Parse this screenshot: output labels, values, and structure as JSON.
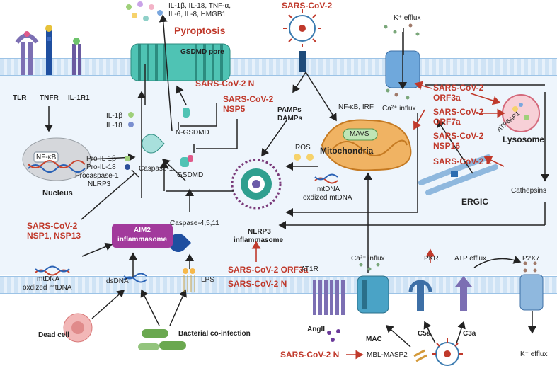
{
  "top": {
    "cytokines": "IL-1β, IL-18, TNF-α,",
    "cytokines2": "IL-6, IL-8, HMGB1",
    "pyroptosis": "Pyroptosis",
    "gsdmd_pore": "GSDMD pore",
    "sars_top": "SARS-CoV-2",
    "k_efflux_top": "K⁺ efflux"
  },
  "receptors": {
    "tlr": "TLR",
    "tnfr": "TNFR",
    "il1r1": "IL-1R1"
  },
  "nucleus": {
    "nfkb": "NF-κB",
    "label": "Nucleus"
  },
  "il_left": {
    "il1b": "IL-1β",
    "il18": "IL-18"
  },
  "precursors": {
    "pro_il1b": "Pro-IL-1β",
    "pro_il18": "Pro-IL-18",
    "procasp1": "Procaspase-1",
    "nlrp3": "NLRP3"
  },
  "casp1": "Caspase-1",
  "gsdmd": "GSDMD",
  "n_gsdmd": "N-GSDMD",
  "sars_n_top": "SARS-CoV-2 N",
  "sars_nsp5": {
    "l1": "SARS-CoV-2",
    "l2": "NSP5"
  },
  "pamps": {
    "l1": "PAMPs",
    "l2": "DAMPs"
  },
  "nfkb_irf": "NF-κB, IRF",
  "ca_influx_mid": "Ca²⁺ influx",
  "mavs": "MAVS",
  "mito": "Mitochondria",
  "ros": "ROS",
  "mtdna_mid": {
    "l1": "mtDNA",
    "l2": "oxdized mtDNA"
  },
  "lyso_side": {
    "orf3a_1": "SARS-CoV-2",
    "orf3a_2": "ORF3a",
    "orf7a_1": "SARS-CoV-2",
    "orf7a_2": "ORF7a",
    "nsp16_1": "SARS-CoV-2",
    "nsp16_2": "NSP16",
    "e_1": "SARS-CoV-2 E",
    "atp6ap1": "ATP6AP1",
    "lysosome": "Lysosome",
    "ergic": "ERGIC",
    "cathepsins": "Cathepsins"
  },
  "nsp1": {
    "l1": "SARS-CoV-2",
    "l2": "NSP1, NSP13"
  },
  "aim2": {
    "l1": "AIM2",
    "l2": "inflammasome"
  },
  "casp4": "Caspase-4,5,11",
  "nlrp3_inf": {
    "l1": "NLRP3",
    "l2": "inflammasome"
  },
  "orf3a_bottom": "SARS-CoV-2 ORF3a",
  "n_bottom": "SARS-CoV-2 N",
  "mtdna_left": {
    "l1": "mtDNA",
    "l2": "oxdized mtDNA"
  },
  "dsdna": "dsDNA",
  "lps": "LPS",
  "dead_cell": "Dead cell",
  "bact": "Bacterial co-infection",
  "at1r": "AT1R",
  "angii": "AngII",
  "ca_influx_bottom": "Ca²⁺ influx",
  "mac": "MAC",
  "pkr": "PKR",
  "c5a": "C5a",
  "atp_efflux": "ATP efflux",
  "c3a": "C3a",
  "p2x7": "P2X7",
  "k_efflux_bottom": "K⁺ efflux",
  "sars_n_mbl": "SARS-CoV-2 N",
  "mbl": "MBL-MASP2",
  "colors": {
    "red": "#c0392b",
    "membrane": "#cfe3f5",
    "cytoplasm": "#eef5fc",
    "aim2": "#a23a9c",
    "mito": "#e8a04a"
  }
}
